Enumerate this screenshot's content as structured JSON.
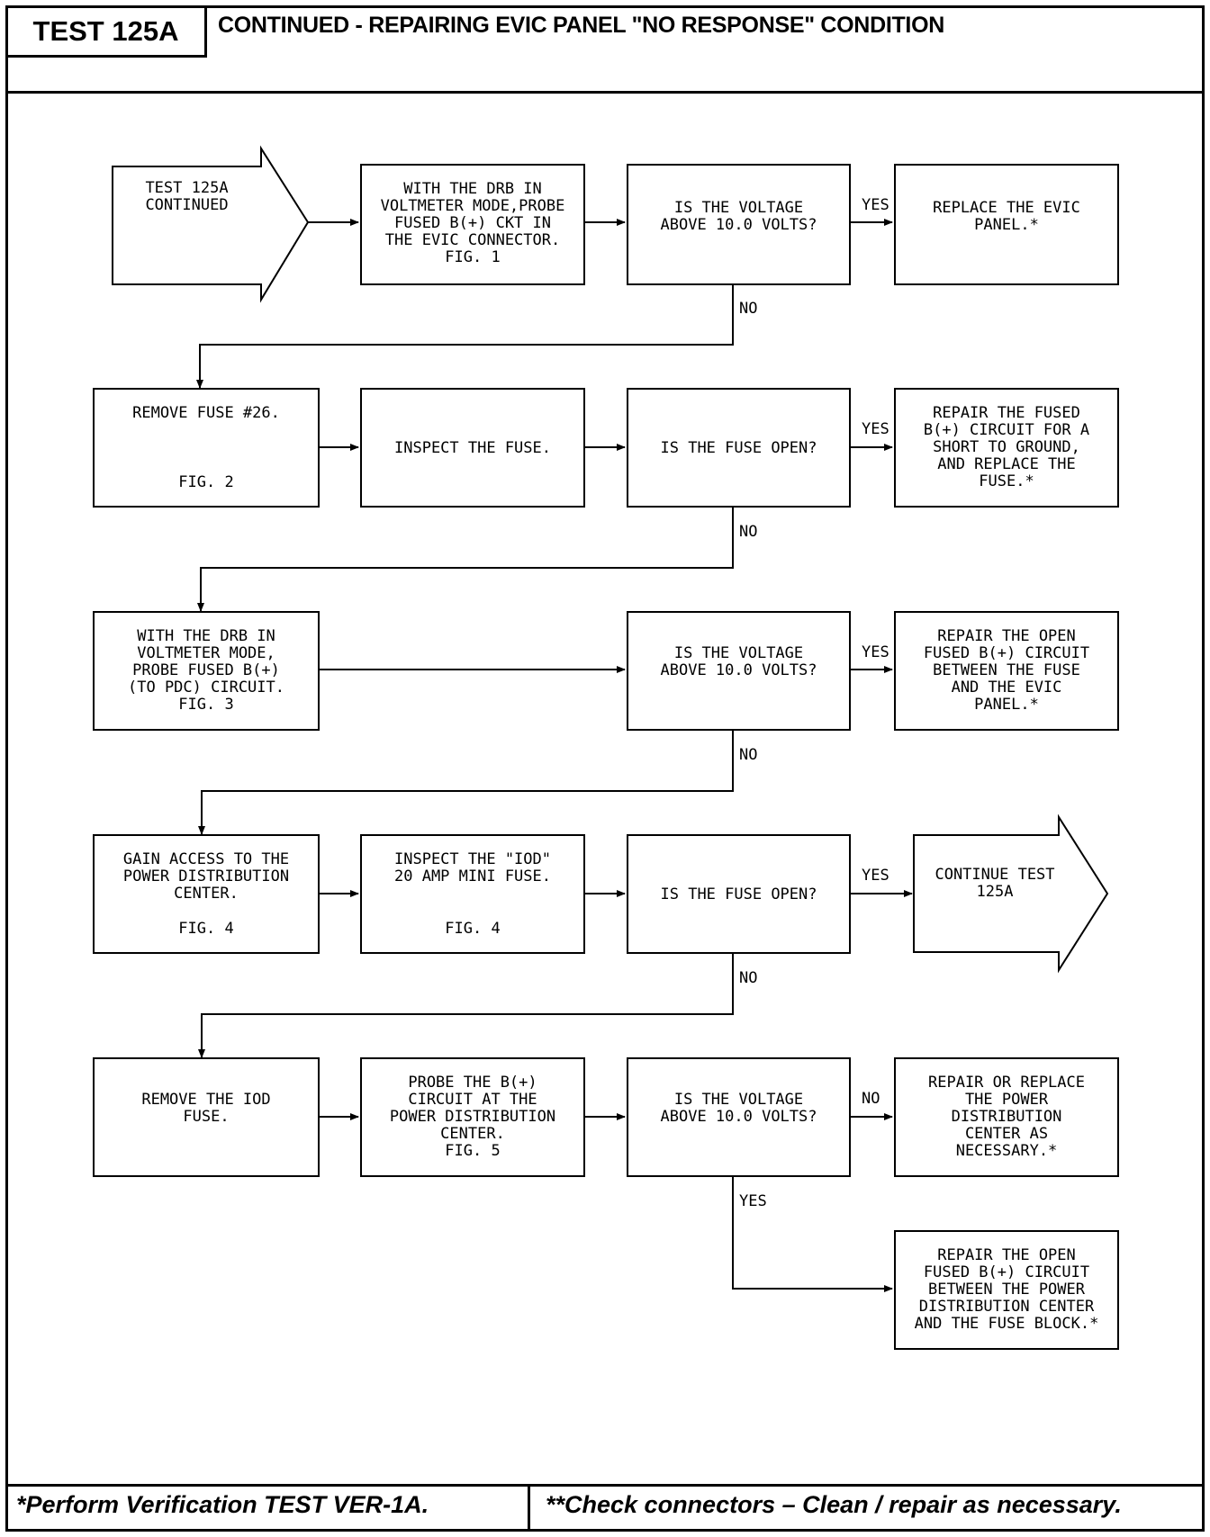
{
  "header": {
    "test_id": "TEST 125A",
    "title": "CONTINUED - REPAIRING EVIC PANEL \"NO RESPONSE\" CONDITION"
  },
  "footer": {
    "left": "*Perform Verification TEST VER-1A.",
    "right": "**Check connectors – Clean / repair as necessary."
  },
  "flow": {
    "start": "TEST 125A\nCONTINUED",
    "step1": "WITH THE DRB IN\nVOLTMETER MODE,PROBE\nFUSED B(+) CKT IN\nTHE EVIC CONNECTOR.\nFIG. 1",
    "q1": "IS THE VOLTAGE\nABOVE 10.0 VOLTS?",
    "r1": "REPLACE THE EVIC\nPANEL.*",
    "step2": "REMOVE FUSE #26.",
    "step2_fig": "FIG. 2",
    "step3": "INSPECT THE FUSE.",
    "q2": "IS THE FUSE OPEN?",
    "r2": "REPAIR THE FUSED\nB(+) CIRCUIT FOR A\nSHORT TO GROUND,\nAND REPLACE THE\nFUSE.*",
    "step4": "WITH THE DRB IN\nVOLTMETER MODE,\nPROBE FUSED B(+)\n(TO PDC) CIRCUIT.\nFIG. 3",
    "q3": "IS THE VOLTAGE\nABOVE 10.0 VOLTS?",
    "r3": "REPAIR THE OPEN\nFUSED B(+) CIRCUIT\nBETWEEN THE FUSE\nAND THE EVIC\nPANEL.*",
    "step5": "GAIN ACCESS TO THE\nPOWER DISTRIBUTION\nCENTER.",
    "step5_fig": "FIG. 4",
    "step6": "INSPECT THE \"IOD\"\n20 AMP MINI FUSE.",
    "step6_fig": "FIG. 4",
    "q4": "IS THE FUSE OPEN?",
    "r4": "CONTINUE TEST\n125A",
    "step7": "REMOVE THE IOD\nFUSE.",
    "step8": "PROBE THE B(+)\nCIRCUIT AT THE\nPOWER DISTRIBUTION\nCENTER.\nFIG. 5",
    "q5": "IS THE VOLTAGE\nABOVE 10.0 VOLTS?",
    "r5": "REPAIR OR REPLACE\nTHE POWER\nDISTRIBUTION\nCENTER AS\nNECESSARY.*",
    "r6": "REPAIR THE OPEN\nFUSED B(+) CIRCUIT\nBETWEEN THE POWER\nDISTRIBUTION CENTER\nAND THE FUSE BLOCK.*"
  },
  "labels": {
    "yes": "YES",
    "no": "NO"
  }
}
